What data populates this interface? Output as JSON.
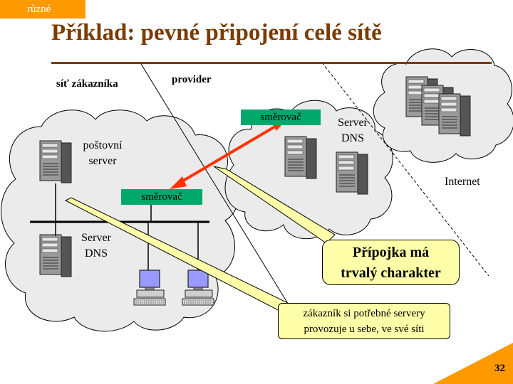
{
  "tag": "různé",
  "title": "Příklad: pevné připojení celé sítě",
  "labels": {
    "customer_network": "síť zákazníka",
    "provider": "provider",
    "mail_server_line1": "poštovní",
    "mail_server_line2": "server",
    "server_dns_line1": "Server",
    "server_dns_line2": "DNS",
    "internet": "Internet"
  },
  "routers": {
    "provider_router": "směrovač",
    "customer_router": "směrovač"
  },
  "callout": {
    "line1": "Přípojka má",
    "line2": "trvalý charakter"
  },
  "note": {
    "line1": "zákazník si potřebné servery",
    "line2": "provozuje u sebe, ve své síti"
  },
  "page_number": "32",
  "colors": {
    "tag_bg": "#ff9900",
    "title": "#7a3b00",
    "router": "#00a86b",
    "link_arrow": "#ff3300",
    "callout_bg": "#ffffaa",
    "cloud_fill": "#ebebeb",
    "monitor": "#9999ff"
  }
}
